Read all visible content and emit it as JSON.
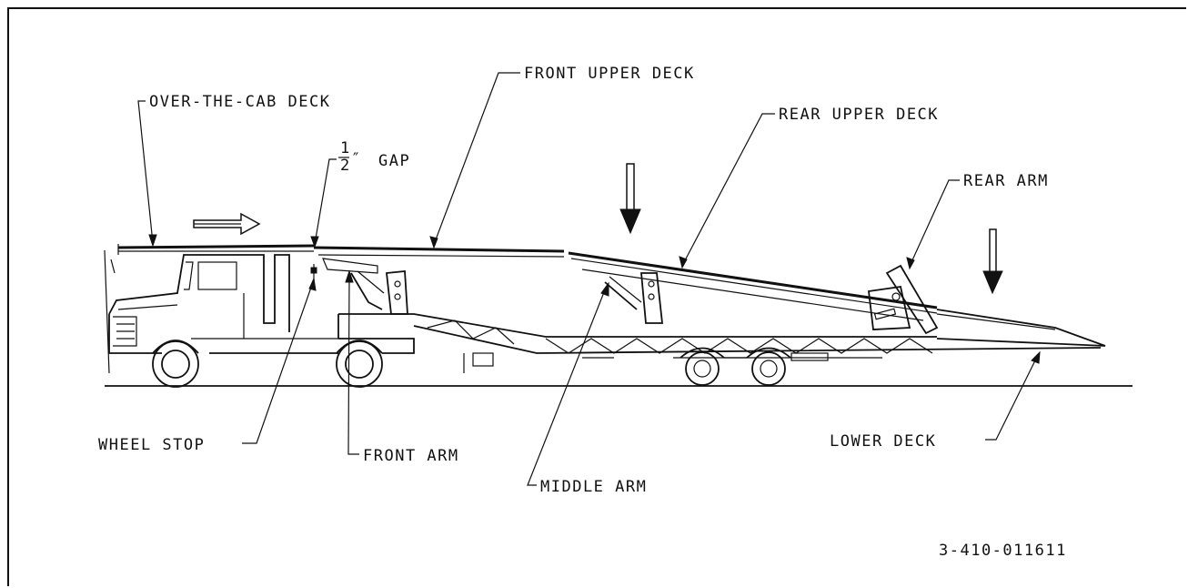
{
  "diagram": {
    "labels": {
      "over_the_cab_deck": "OVER-THE-CAB DECK",
      "front_upper_deck": "FRONT UPPER DECK",
      "rear_upper_deck": "REAR UPPER DECK",
      "rear_arm": "REAR ARM",
      "gap_numerator": "1",
      "gap_denominator": "2",
      "gap_unit": "″",
      "gap_text": "GAP",
      "wheel_stop": "WHEEL STOP",
      "front_arm": "FRONT ARM",
      "middle_arm": "MIDDLE ARM",
      "lower_deck": "LOWER DECK"
    },
    "drawing_number": "3-410-011611"
  }
}
